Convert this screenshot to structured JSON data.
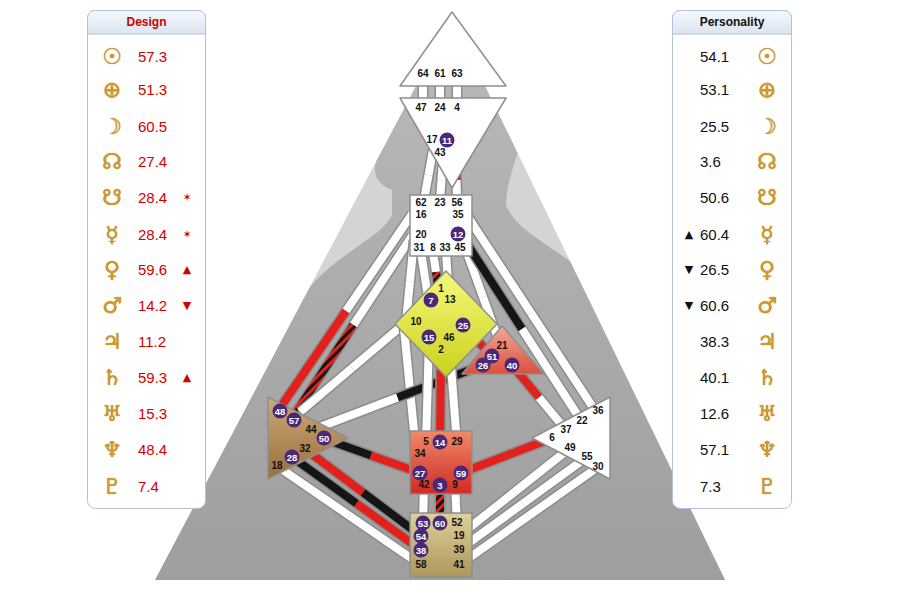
{
  "diagram": {
    "nodes": [
      {
        "text": [
          "Design",
          "57.3",
          "51.3",
          "60.5",
          "27.4",
          "28.4",
          "28.4",
          "59.6",
          "14.2",
          "11.2",
          "59.3",
          "15.3",
          "48.4",
          "7.4"
        ]
      },
      {
        "text": [
          "64",
          "61",
          "63"
        ]
      },
      {
        "text": [
          "47",
          "24",
          "4",
          "17",
          "11",
          "43"
        ]
      },
      {
        "text": [
          "62",
          "23",
          "56",
          "16",
          "35",
          "20",
          "12",
          "31",
          "8",
          "33",
          "45"
        ]
      },
      {
        "text": [
          "1",
          "7",
          "13",
          "10",
          "25",
          "15",
          "46",
          "2"
        ]
      },
      {
        "text": [
          "21",
          "51",
          "26",
          "40"
        ]
      },
      {
        "text": [
          "48",
          "57",
          "44",
          "50",
          "32",
          "28",
          "18"
        ]
      },
      {
        "text": [
          "5",
          "14",
          "29",
          "34",
          "27",
          "59",
          "42",
          "3",
          "9"
        ]
      },
      {
        "text": [
          "36",
          "22",
          "37",
          "6",
          "49",
          "55",
          "30"
        ]
      },
      {
        "text": [
          "53",
          "60",
          "52",
          "54",
          "19",
          "38",
          "39",
          "58",
          "41"
        ]
      },
      {
        "text": [
          "Personality",
          "54.1",
          "53.1",
          "25.5",
          "3.6",
          "50.6",
          "60.4",
          "26.5",
          "60.6",
          "38.3",
          "40.1",
          "12.6",
          "57.1",
          "7.3"
        ]
      }
    ],
    "edges": [
      {
        "from": 1,
        "to": 2,
        "arrow": "none"
      },
      {
        "from": 1,
        "to": 2,
        "arrow": "none"
      },
      {
        "from": 1,
        "to": 2,
        "arrow": "none"
      },
      {
        "from": 2,
        "to": 3,
        "arrow": "none"
      },
      {
        "from": 2,
        "to": 3,
        "arrow": "none"
      },
      {
        "from": 2,
        "to": 3,
        "arrow": "none"
      },
      {
        "from": 3,
        "to": 4,
        "arrow": "none"
      },
      {
        "from": 3,
        "to": 4,
        "arrow": "none"
      },
      {
        "from": 3,
        "to": 4,
        "arrow": "none"
      },
      {
        "from": 3,
        "to": 6,
        "arrow": "none"
      },
      {
        "from": 3,
        "to": 6,
        "arrow": "none"
      },
      {
        "from": 4,
        "to": 3,
        "arrow": "none"
      },
      {
        "from": 4,
        "to": 6,
        "arrow": "none"
      },
      {
        "from": 4,
        "to": 7,
        "arrow": "none"
      },
      {
        "from": 3,
        "to": 5,
        "arrow": "none"
      },
      {
        "from": 4,
        "to": 5,
        "arrow": "none"
      },
      {
        "from": 3,
        "to": 8,
        "arrow": "none"
      },
      {
        "from": 3,
        "to": 8,
        "arrow": "none"
      },
      {
        "from": 5,
        "to": 6,
        "arrow": "none"
      },
      {
        "from": 5,
        "to": 8,
        "arrow": "none"
      },
      {
        "from": 4,
        "to": 7,
        "arrow": "none"
      },
      {
        "from": 4,
        "to": 7,
        "arrow": "none"
      },
      {
        "from": 4,
        "to": 7,
        "arrow": "none"
      },
      {
        "from": 6,
        "to": 7,
        "arrow": "none"
      },
      {
        "from": 7,
        "to": 8,
        "arrow": "none"
      },
      {
        "from": 6,
        "to": 9,
        "arrow": "none"
      },
      {
        "from": 6,
        "to": 9,
        "arrow": "none"
      },
      {
        "from": 6,
        "to": 9,
        "arrow": "none"
      },
      {
        "from": 7,
        "to": 9,
        "arrow": "none"
      },
      {
        "from": 7,
        "to": 9,
        "arrow": "none"
      },
      {
        "from": 7,
        "to": 9,
        "arrow": "none"
      },
      {
        "from": 8,
        "to": 9,
        "arrow": "none"
      },
      {
        "from": 8,
        "to": 9,
        "arrow": "none"
      },
      {
        "from": 8,
        "to": 9,
        "arrow": "none"
      }
    ],
    "labels": [
      "☉",
      "⊕",
      "☽",
      "☊",
      "☋",
      "☿",
      "♀",
      "♂",
      "♃",
      "♄",
      "♅",
      "♆",
      "♇",
      "✶",
      "✶",
      "▲",
      "▼",
      "▲",
      "☉",
      "⊕",
      "☽",
      "☊",
      "☋",
      "☿",
      "♀",
      "♂",
      "♃",
      "♄",
      "♅",
      "♆",
      "♇",
      "▲",
      "▼",
      "▼"
    ]
  }
}
